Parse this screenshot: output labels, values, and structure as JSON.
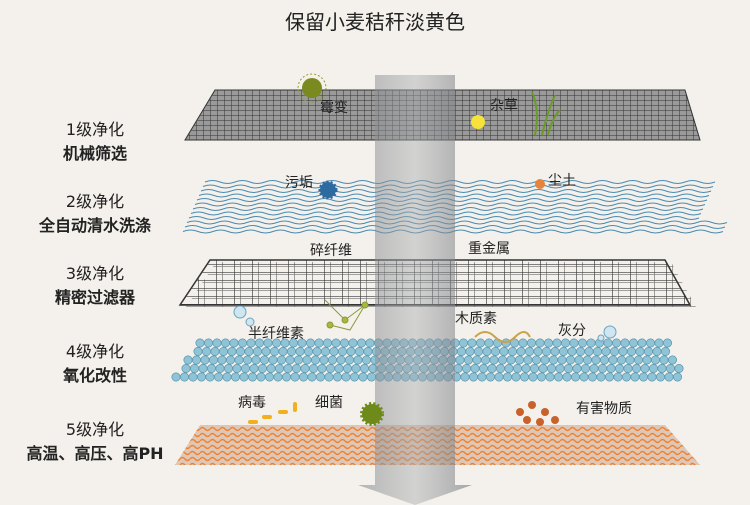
{
  "title": "保留小麦秸秆淡黄色",
  "levels": [
    {
      "step": "1级净化",
      "name": "机械筛选"
    },
    {
      "step": "2级净化",
      "name": "全自动清水洗涤"
    },
    {
      "step": "3级净化",
      "name": "精密过滤器"
    },
    {
      "step": "4级净化",
      "name": "氧化改性"
    },
    {
      "step": "5级净化",
      "name": "高温、高压、高PH"
    }
  ],
  "impurities": {
    "mold": "霉变",
    "weeds": "杂草",
    "dirt": "污垢",
    "dust": "尘土",
    "fiber_debris": "碎纤维",
    "heavy_metal": "重金属",
    "hemicellulose": "半纤维素",
    "lignin": "木质素",
    "ash": "灰分",
    "virus": "病毒",
    "bacteria": "细菌",
    "harmful": "有害物质"
  },
  "colors": {
    "arrow": "#8a8d92",
    "water": "#4a8ab0",
    "grid": "#444444",
    "sphere": "#8fc3d6",
    "heat": "#e8843a"
  }
}
